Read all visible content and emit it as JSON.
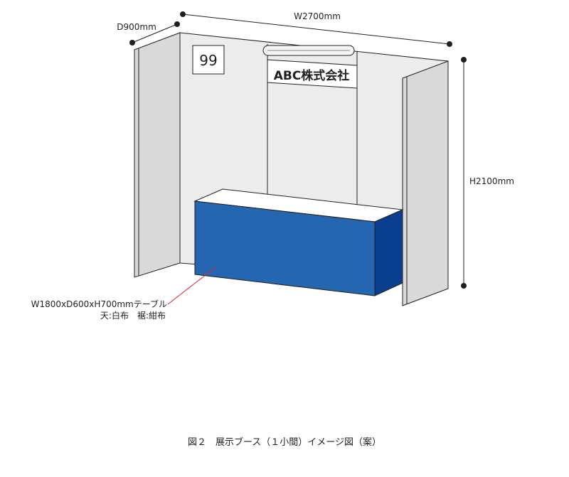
{
  "dimensions": {
    "width_label": "W2700mm",
    "depth_label": "D900mm",
    "height_label": "H2100mm"
  },
  "booth": {
    "number": "99",
    "company_sign": "ABC株式会社"
  },
  "table_note": {
    "line1": "W1800xD600xH700mmテーブル",
    "line2": "天:白布　裾:紺布"
  },
  "caption": "図２　展示ブース（１小間）イメージ図（案）",
  "colors": {
    "panel_fill": "#ececec",
    "panel_side": "#d9d9d9",
    "outline": "#231f20",
    "table_front": "#2566b0",
    "table_side": "#0a3f8f",
    "table_top": "#ffffff",
    "leader_line": "#e2232a"
  }
}
